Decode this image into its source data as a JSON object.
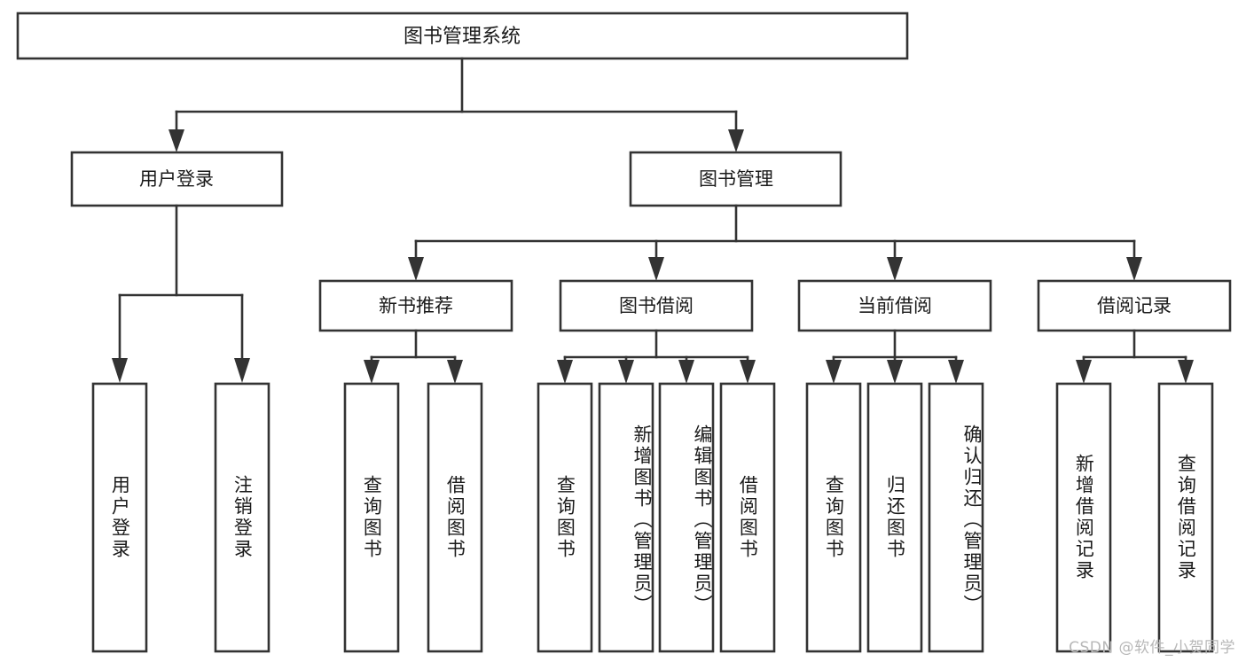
{
  "diagram": {
    "type": "tree-hierarchy",
    "title": "图书管理系统",
    "watermark": "CSDN @软件_小贺同学",
    "colors": {
      "background": "#ffffff",
      "box_fill": "#ffffff",
      "box_stroke": "#333333",
      "text": "#1a1a1a",
      "watermark": "#b8b8b8"
    },
    "root": {
      "id": "root",
      "label": "图书管理系统",
      "orientation": "horizontal"
    },
    "level2": [
      {
        "id": "user-login",
        "label": "用户登录",
        "orientation": "horizontal"
      },
      {
        "id": "book-management",
        "label": "图书管理",
        "orientation": "horizontal"
      }
    ],
    "level3": [
      {
        "id": "new-book-recommend",
        "label": "新书推荐",
        "parent": "book-management",
        "orientation": "horizontal"
      },
      {
        "id": "book-borrow",
        "label": "图书借阅",
        "parent": "book-management",
        "orientation": "horizontal"
      },
      {
        "id": "current-borrow",
        "label": "当前借阅",
        "parent": "book-management",
        "orientation": "horizontal"
      },
      {
        "id": "borrow-record",
        "label": "借阅记录",
        "parent": "book-management",
        "orientation": "horizontal"
      }
    ],
    "leaves": [
      {
        "id": "leaf-user-login",
        "label": "用户登录",
        "parent": "user-login",
        "orientation": "vertical"
      },
      {
        "id": "leaf-logout",
        "label": "注销登录",
        "parent": "user-login",
        "orientation": "vertical"
      },
      {
        "id": "leaf-query-book-1",
        "label": "查询图书",
        "parent": "new-book-recommend",
        "orientation": "vertical"
      },
      {
        "id": "leaf-borrow-book-1",
        "label": "借阅图书",
        "parent": "new-book-recommend",
        "orientation": "vertical"
      },
      {
        "id": "leaf-query-book-2",
        "label": "查询图书",
        "parent": "book-borrow",
        "orientation": "vertical"
      },
      {
        "id": "leaf-add-book",
        "label": "新增图书（管理员）",
        "parent": "book-borrow",
        "orientation": "vertical"
      },
      {
        "id": "leaf-edit-book",
        "label": "编辑图书（管理员）",
        "parent": "book-borrow",
        "orientation": "vertical"
      },
      {
        "id": "leaf-borrow-book-2",
        "label": "借阅图书",
        "parent": "book-borrow",
        "orientation": "vertical"
      },
      {
        "id": "leaf-query-book-3",
        "label": "查询图书",
        "parent": "current-borrow",
        "orientation": "vertical"
      },
      {
        "id": "leaf-return-book",
        "label": "归还图书",
        "parent": "current-borrow",
        "orientation": "vertical"
      },
      {
        "id": "leaf-confirm-return",
        "label": "确认归还（管理员）",
        "parent": "current-borrow",
        "orientation": "vertical"
      },
      {
        "id": "leaf-add-record",
        "label": "新增借阅记录",
        "parent": "borrow-record",
        "orientation": "vertical"
      },
      {
        "id": "leaf-query-record",
        "label": "查询借阅记录",
        "parent": "borrow-record",
        "orientation": "vertical"
      }
    ]
  }
}
